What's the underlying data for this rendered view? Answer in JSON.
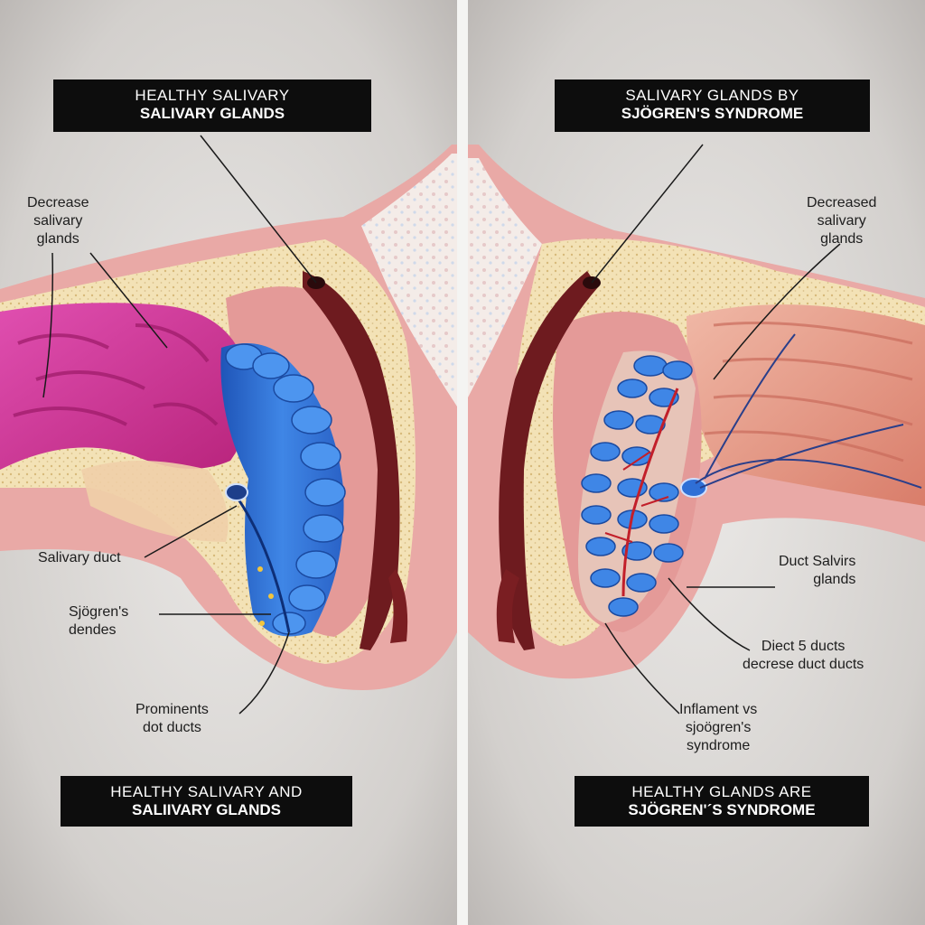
{
  "left_panel": {
    "top_title": {
      "line1": "HEALTHY SALIVARY",
      "line2": "SALIVARY GLANDS"
    },
    "bottom_title": {
      "line1": "HEALTHY SALIVARY AND",
      "line2": "SALIIVARY GLANDS"
    },
    "labels": {
      "decreased": [
        "Decrease",
        "salivary",
        "glands"
      ],
      "salivary_duct": [
        "Salivary duct"
      ],
      "sjogrens_dendes": [
        "Sjögren's",
        "dendes"
      ],
      "prominent": [
        "Prominents",
        "dot ducts"
      ]
    }
  },
  "right_panel": {
    "top_title": {
      "line1": "SALIVARY GLANDS BY",
      "line2": "SJÖGREN'S SYNDROME"
    },
    "bottom_title": {
      "line1": "HEALTHY GLANDS ARE",
      "line2": "SJÖGREN'´S SYNDROME"
    },
    "labels": {
      "decreased": [
        "Decreased",
        "salivary",
        "glands"
      ],
      "duct_salivirs": [
        "Duct Salvirs",
        "glands"
      ],
      "diect_ducts": [
        "Diect 5 ducts",
        "decrese duct ducts"
      ],
      "inflament": [
        "Inflament vs",
        "sjoögren's",
        "syndrome"
      ]
    }
  },
  "colors": {
    "background": "#d9d6d3",
    "divider": "#f4f4f2",
    "title_box": "#0d0d0d",
    "gland_healthy": "#d6409a",
    "gland_affected": "#e39a86",
    "lobule_blue": "#2f6fd6",
    "tissue_pink": "#e7a3a3",
    "fat_yellow": "#f1dfb0",
    "duct_dark": "#7a1e22"
  }
}
